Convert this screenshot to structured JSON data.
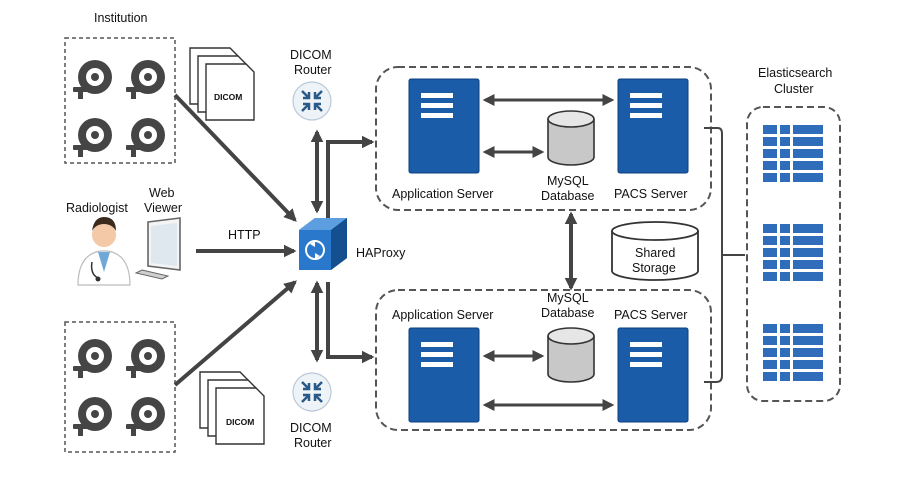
{
  "labels": {
    "institution": "Institution",
    "radiologist": "Radiologist",
    "web_viewer": [
      "Web",
      "Viewer"
    ],
    "http": "HTTP",
    "dicom_router": [
      "DICOM",
      "Router"
    ],
    "dicom": "DICOM",
    "haproxy": "HAProxy",
    "app_server": "Application Server",
    "pacs_server": "PACS Server",
    "mysql": [
      "MySQL",
      "Database"
    ],
    "shared_storage": [
      "Shared",
      "Storage"
    ],
    "elasticsearch": [
      "Elasticsearch",
      "Cluster"
    ]
  },
  "colors": {
    "server_blue": "#1b5ca8",
    "arrow_gray": "#444444",
    "router_circle": "#eef3f8",
    "haproxy_cube": "#1e64b4"
  },
  "icons": [
    "ct-scanner-icon",
    "document-stack-icon",
    "router-icon",
    "load-balancer-cube-icon",
    "server-icon",
    "database-cylinder-icon",
    "doctor-icon",
    "monitor-icon",
    "search-cluster-icon"
  ]
}
